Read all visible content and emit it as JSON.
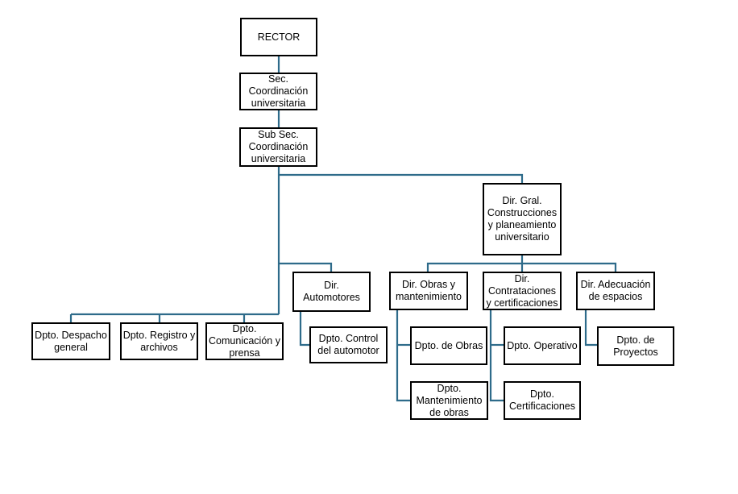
{
  "colors": {
    "connector": "#2e6b8a",
    "box_border": "#000000",
    "background": "#ffffff"
  },
  "nodes": {
    "rector": {
      "lines": [
        "RECTOR"
      ]
    },
    "sec": {
      "lines": [
        "Sec.",
        "Coordinación",
        "universitaria"
      ]
    },
    "subsec": {
      "lines": [
        "Sub Sec.",
        "Coordinación",
        "universitaria"
      ]
    },
    "despacho": {
      "lines": [
        "Dpto. Despacho",
        "general"
      ]
    },
    "registro": {
      "lines": [
        "Dpto. Registro y",
        "archivos"
      ]
    },
    "comunicacion": {
      "lines": [
        "Dpto.",
        "Comunicación y",
        "prensa"
      ]
    },
    "automotores": {
      "lines": [
        "Dir.",
        "Automotores"
      ]
    },
    "control": {
      "lines": [
        "Dpto. Control",
        "del automotor"
      ]
    },
    "dirgral": {
      "lines": [
        "Dir. Gral.",
        "Construcciones",
        "y planeamiento",
        "universitario"
      ]
    },
    "obras": {
      "lines": [
        "Dir. Obras y",
        "mantenimiento"
      ]
    },
    "contrataciones": {
      "lines": [
        "Dir.",
        "Contrataciones",
        "y certificaciones"
      ]
    },
    "adecuacion": {
      "lines": [
        "Dir. Adecuación",
        "de espacios"
      ]
    },
    "dptoobras": {
      "lines": [
        "Dpto. de Obras"
      ]
    },
    "mantenimiento": {
      "lines": [
        "Dpto.",
        "Mantenimiento",
        "de obras"
      ]
    },
    "operativo": {
      "lines": [
        "Dpto. Operativo"
      ]
    },
    "certificaciones": {
      "lines": [
        "Dpto.",
        "Certificaciones"
      ]
    },
    "proyectos": {
      "lines": [
        "Dpto. de",
        "Proyectos"
      ]
    }
  }
}
